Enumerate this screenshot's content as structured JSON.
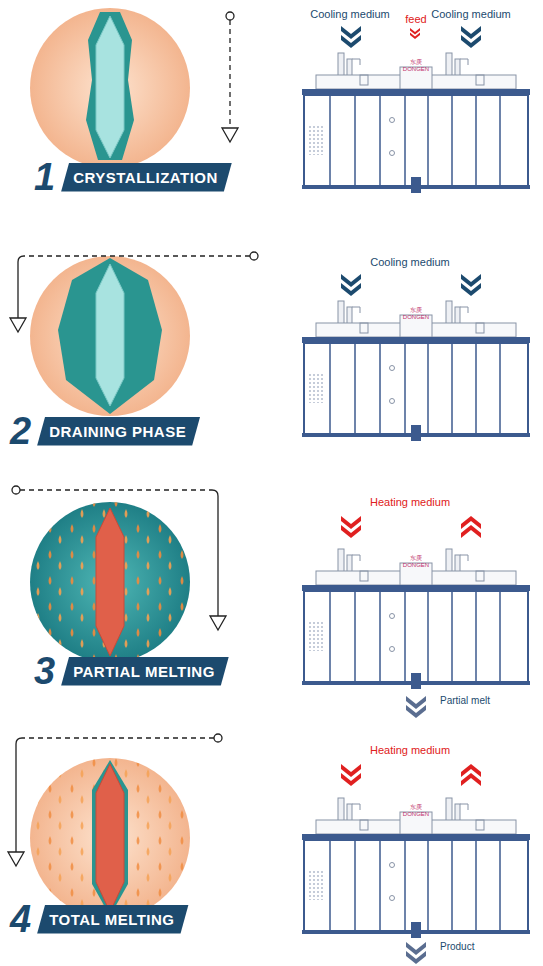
{
  "diagram": {
    "nodes": [
      {
        "text": [
          "1",
          "CRYSTALLIZATION"
        ]
      },
      {
        "text": [
          "2",
          "DRAINING PHASE"
        ]
      },
      {
        "text": [
          "3",
          "PARTIAL MELTING"
        ]
      },
      {
        "text": [
          "4",
          "TOTAL MELTING"
        ]
      }
    ],
    "labels": [
      "Cooling medium",
      "feed",
      "Cooling medium",
      "东庚",
      "DONGEN",
      "Cooling medium",
      "东庚",
      "DONGEN",
      "Heating medium",
      "东庚",
      "DONGEN",
      "Partial melt",
      "Heating medium",
      "东庚",
      "DONGEN",
      "Product"
    ]
  }
}
